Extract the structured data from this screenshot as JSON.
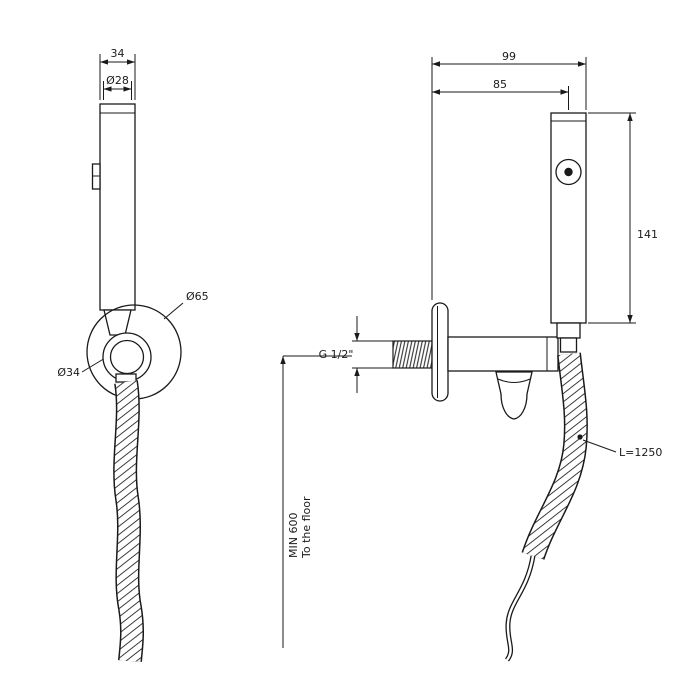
{
  "drawing": {
    "front_view": {
      "dim_head_width": "34",
      "dim_head_diameter": "Ø28",
      "dim_holder_outer_diameter": "Ø65",
      "dim_holder_inner_diameter": "Ø34"
    },
    "side_view": {
      "dim_total_depth": "99",
      "dim_wall_to_handle_axis": "85",
      "dim_handle_height": "141",
      "thread_label": "G 1/2\"",
      "min_height_line1": "MIN 600",
      "min_height_line2": "To the floor",
      "hose_length": "L=1250"
    },
    "colors": {
      "line": "#1a1a1a",
      "background": "#ffffff"
    }
  }
}
